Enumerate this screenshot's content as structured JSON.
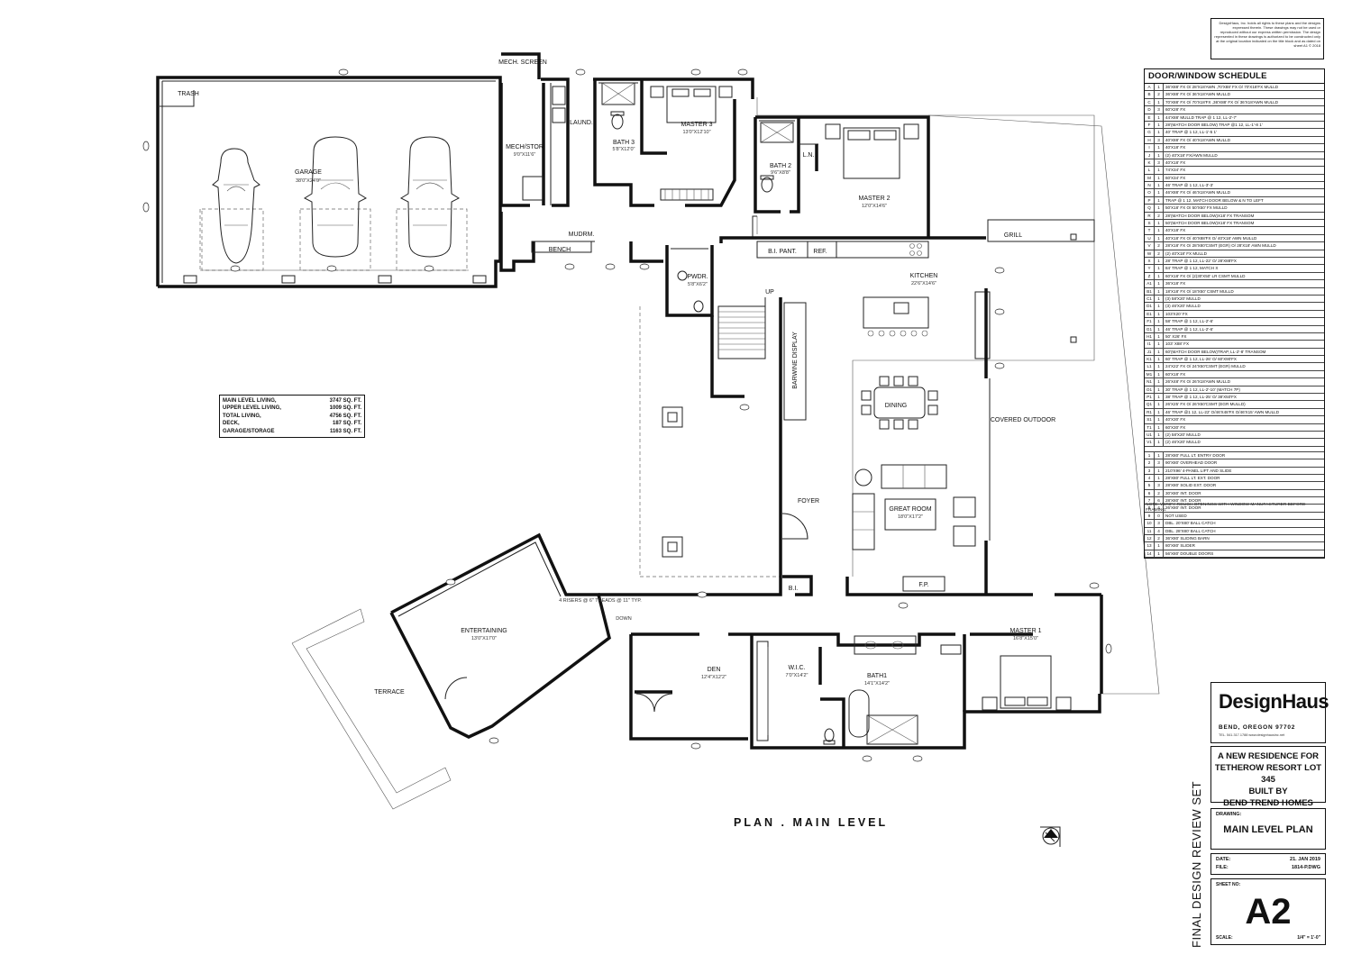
{
  "rooms": {
    "trash": "TRASH",
    "garage": "GARAGE",
    "garage_dim": "38'0\"X24'0\"",
    "mech_screen": "MECH. SCREEN",
    "mech_stor": "MECH/STOR",
    "mech_stor_dim": "9'0\"X11'6\"",
    "laund": "LAUND.",
    "bath3": "BATH 3",
    "bath3_dim": "5'8\"X12'0\"",
    "master3": "MASTER 3",
    "master3_dim": "13'0\"X12'10\"",
    "bath2": "BATH 2",
    "bath2_dim": "9'6\"X8'8\"",
    "ln": "L.N.",
    "master2": "MASTER 2",
    "master2_dim": "12'0\"X14'6\"",
    "mudrm": "MUDRM.",
    "bench": "BENCH",
    "bi_pant": "B.I. PANT.",
    "ref": "REF.",
    "grill": "GRILL",
    "pwdr": "PWDR.",
    "pwdr_dim": "5'8\"X6'2\"",
    "kitchen": "KITCHEN",
    "kitchen_dim": "22'6\"X14'6\"",
    "up": "UP",
    "barwine": "BARWINE DISPLAY",
    "dining": "DINING",
    "covered_outdoor": "COVERED OUTDOOR",
    "foyer": "FOYER",
    "great_room": "GREAT ROOM",
    "great_room_dim": "18'0\"X17'2\"",
    "bi": "B.I.",
    "fp": "F.P.",
    "entertaining": "ENTERTAINING",
    "entertaining_dim": "13'0\"X17'0\"",
    "terrace": "TERRACE",
    "den": "DEN",
    "den_dim": "12'4\"X12'2\"",
    "wic": "W.I.C.",
    "wic_dim": "7'0\"X14'2\"",
    "bath1": "BATH1",
    "bath1_dim": "14'1\"X14'2\"",
    "master1": "MASTER 1",
    "master1_dim": "16'8\"X15'0\"",
    "treads": "4 RISERS @ 6\" TREADS @ 11\" TYP.",
    "down": "DOWN"
  },
  "areas": [
    {
      "label": "MAIN LEVEL LIVING,",
      "value": "3747 SQ. FT."
    },
    {
      "label": "UPPER LEVEL LIVING,",
      "value": "1009 SQ. FT."
    },
    {
      "label": "TOTAL LIVING,",
      "value": "4756 SQ. FT."
    },
    {
      "label": "DECK,",
      "value": "187  SQ. FT."
    },
    {
      "label": "GARAGE/STORAGE",
      "value": "1163 SQ. FT."
    }
  ],
  "copyright": "DesignHaus, Inc. holds all rights to these plans and the designs expressed therein. These drawings may not be used or reproduced without our express written permission. The design represented in these drawings is authorized to be constructed only at the original location indicated on the title block and as dated on sheet A1          © 2018",
  "schedule": {
    "title": "DOOR/WINDOW SCHEDULE",
    "windows": [
      {
        "mark": "A",
        "qty": "1",
        "desc": "36'X88' FX O/ 28'X18'AWN ,70'X88' FX O/ 70'X18'FX MULLD"
      },
      {
        "mark": "B",
        "qty": "2",
        "desc": "36'X88' FX O/ 36'X18'AWN MULLD"
      },
      {
        "mark": "C",
        "qty": "1",
        "desc": "70'X88' FX O/ 70'X18'FX ,36'X88' FX O/ 36'X18'AWN MULLD"
      },
      {
        "mark": "D",
        "qty": "3",
        "desc": "60'X28' FX"
      },
      {
        "mark": "E",
        "qty": "1",
        "desc": "44'X88' MULLD TRAP @ 1 12, LL-2'-7'"
      },
      {
        "mark": "F",
        "qty": "1",
        "desc": "28'(MATCH DOOR BELOW) TRAP @1 12, LL-1'-8 1'"
      },
      {
        "mark": "G",
        "qty": "1",
        "desc": "40' TRAP @ 1 12, LL-1'-5 1'"
      },
      {
        "mark": "H",
        "qty": "3",
        "desc": "40'X88' FX O/ 40'X18'AWN MULLD"
      },
      {
        "mark": "I",
        "qty": "1",
        "desc": "40'X18' FX"
      },
      {
        "mark": "J",
        "qty": "1",
        "desc": "(2) 40'X18' FX/AWN MULLD"
      },
      {
        "mark": "K",
        "qty": "3",
        "desc": "40'X18' FX"
      },
      {
        "mark": "L",
        "qty": "1",
        "desc": "74'X34' FX"
      },
      {
        "mark": "M",
        "qty": "1",
        "desc": "60'X34' FX"
      },
      {
        "mark": "N",
        "qty": "1",
        "desc": "46' TRAP @ 1 12, LL-3'-3'"
      },
      {
        "mark": "O",
        "qty": "1",
        "desc": "46'X88' FX O/ 46'X18'AWN MULLD"
      },
      {
        "mark": "P",
        "qty": "1",
        "desc": "TRAP @ 1 12, MATCH DOOR BELOW & N TO LEFT"
      },
      {
        "mark": "Q",
        "qty": "1",
        "desc": "50'X18' FX O/ 50'X50' FX MULLD"
      },
      {
        "mark": "R",
        "qty": "2",
        "desc": "28'(MATCH DOOR BELOW)X18' FX TRANSOM"
      },
      {
        "mark": "S",
        "qty": "1",
        "desc": "50'(MATCH DOOR BELOW)X18' FX TRANSOM"
      },
      {
        "mark": "T",
        "qty": "1",
        "desc": "40'X18' FX"
      },
      {
        "mark": "U",
        "qty": "1",
        "desc": "40'X18' FX O/ 40'X88'FX O/ 40'X18' AWN MULLD"
      },
      {
        "mark": "V",
        "qty": "2",
        "desc": "28'X18' FX O/ 28'X80'CSMT (EGR) O/ 28'X18' AWN MULLD"
      },
      {
        "mark": "W",
        "qty": "2",
        "desc": "(2) 40'X18' FX MULLD"
      },
      {
        "mark": "X",
        "qty": "1",
        "desc": "28' TRAP @ 1 12, LL-22' O/ 28'X88'FX"
      },
      {
        "mark": "Y",
        "qty": "1",
        "desc": "84' TRAP @ 1 12, MATCH X"
      },
      {
        "mark": "Z",
        "qty": "1",
        "desc": "60'X18' FX O/ (2)30'X50' LR CSMT MULLD"
      },
      {
        "mark": "A1",
        "qty": "1",
        "desc": "36'X18' FX"
      },
      {
        "mark": "B1",
        "qty": "1",
        "desc": "18'X18' FX O/ 18'X50' CSMT MULLD"
      },
      {
        "mark": "C1",
        "qty": "1",
        "desc": "(3) 58'X20' MULLD"
      },
      {
        "mark": "D1",
        "qty": "1",
        "desc": "(3) 46'X20' MULLD"
      },
      {
        "mark": "E1",
        "qty": "1",
        "desc": "103'X20' FX"
      },
      {
        "mark": "F1",
        "qty": "1",
        "desc": "58' TRAP @ 1 12, LL-2'-6'"
      },
      {
        "mark": "G1",
        "qty": "1",
        "desc": "46' TRAP @ 1 12, LL-2'-6'"
      },
      {
        "mark": "H1",
        "qty": "1",
        "desc": "50' X26' FX"
      },
      {
        "mark": "I1",
        "qty": "1",
        "desc": "103' X88' FX"
      },
      {
        "mark": "J1",
        "qty": "1",
        "desc": "60'(MATCH DOOR BELOW)TRAP, LL-2'-8' TRANSOM"
      },
      {
        "mark": "K1",
        "qty": "1",
        "desc": "60' TRAP @ 1 12, LL-26' O/ 60'X90'FX"
      },
      {
        "mark": "L1",
        "qty": "1",
        "desc": "24'X22' FX O/ 24'X50'CSMT (EGR) MULLD"
      },
      {
        "mark": "M1",
        "qty": "1",
        "desc": "60'X18' FX"
      },
      {
        "mark": "N1",
        "qty": "1",
        "desc": "26'X48' FX O/ 26'X18'AWN MULLD"
      },
      {
        "mark": "O1",
        "qty": "1",
        "desc": "30' TRAP @ 1 12, LL-2'-10' (MATCH 7P)"
      },
      {
        "mark": "P1",
        "qty": "1",
        "desc": "38' TRAP @ 1 12, LL-25' O/ 38'X50'FX"
      },
      {
        "mark": "Q1",
        "qty": "1",
        "desc": "26'X25' FX O/ 26'X50'CSMT (EGR MULLD)"
      },
      {
        "mark": "R1",
        "qty": "1",
        "desc": "46' TRAP @1 12, LL-22' O/46'X48'FX O/46'X15' AWN MULLD"
      },
      {
        "mark": "S1",
        "qty": "1",
        "desc": "40'X30' FX"
      },
      {
        "mark": "T1",
        "qty": "1",
        "desc": "60'X30' FX"
      },
      {
        "mark": "U1",
        "qty": "1",
        "desc": "(2) 58'X20' MULLD"
      },
      {
        "mark": "V1",
        "qty": "1",
        "desc": "(2) 46'X20' MULLD"
      }
    ],
    "doors": [
      {
        "mark": "1",
        "qty": "1",
        "desc": "28'X80' FULL LT. ENTRY DOOR"
      },
      {
        "mark": "2",
        "qty": "3",
        "desc": "90'X80' OVERHEAD DOOR"
      },
      {
        "mark": "3",
        "qty": "1",
        "desc": "210'X96' 4-PANEL LIFT AND SLIDE"
      },
      {
        "mark": "4",
        "qty": "1",
        "desc": "28'X80' FULL LT. EXT. DOOR"
      },
      {
        "mark": "5",
        "qty": "3",
        "desc": "28'X80' SOLID EXT. DOOR"
      },
      {
        "mark": "6",
        "qty": "2",
        "desc": "30'X80' INT. DOOR"
      },
      {
        "mark": "7",
        "qty": "6",
        "desc": "28'X80' INT. DOOR"
      },
      {
        "mark": "8",
        "qty": "4",
        "desc": "26'X80' INT. DOOR"
      },
      {
        "mark": "9",
        "qty": "0",
        "desc": "NOT USED"
      },
      {
        "mark": "10",
        "qty": "3",
        "desc": "DBL. 20'X80' BALL CATCH"
      },
      {
        "mark": "11",
        "qty": "4",
        "desc": "DBL. 28'X80' BALL CATCH"
      },
      {
        "mark": "12",
        "qty": "2",
        "desc": "36'X80' SLIDING BARN"
      },
      {
        "mark": "13",
        "qty": "1",
        "desc": "80'X80' SLIDER"
      },
      {
        "mark": "14",
        "qty": "1",
        "desc": "56'X80' DOUBLE DOORS"
      }
    ],
    "note": "NOTE: VERIFY ROUGH OPENINGS WITH WINDOW MANUFACTURER BEFORE  FRAMING."
  },
  "title_block": {
    "logo": "DesignHaus",
    "city": "BEND, OREGON 97702",
    "contact": "TEL. 541.317.1788    www.designhausinc.net",
    "project_lines": [
      "A NEW RESIDENCE FOR",
      "TETHEROW RESORT LOT 345",
      "BUILT  BY",
      "BEND TREND HOMES"
    ],
    "drawing_label": "DRAWING:",
    "drawing_name": "MAIN LEVEL PLAN",
    "date_label": "DATE:",
    "date_value": "21. JAN 2019",
    "file_label": "FILE:",
    "file_value": "1814-P.DWG",
    "sheet_label": "SHEET NO:",
    "sheet_number": "A2",
    "scale_label": "SCALE:",
    "scale_value": "1/4\" = 1'-0\"",
    "review_stamp": "FINAL DESIGN REVIEW SET"
  },
  "plan_caption": "PLAN . MAIN LEVEL"
}
